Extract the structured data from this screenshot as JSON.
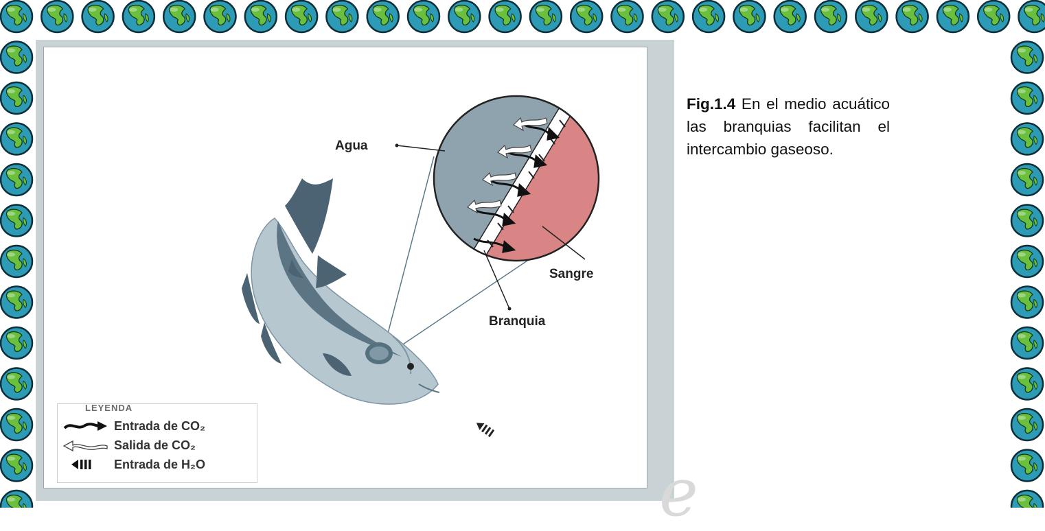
{
  "figure": {
    "labels": {
      "agua": "Agua",
      "sangre": "Sangre",
      "branquia": "Branquia"
    },
    "legend": {
      "title": "LEYENDA",
      "items": [
        {
          "label": "Entrada de CO₂",
          "icon": "black-wavy-arrow-icon"
        },
        {
          "label": "Salida de CO₂",
          "icon": "white-wavy-arrow-icon"
        },
        {
          "label": "Entrada de H₂O",
          "icon": "striped-arrow-icon"
        }
      ]
    },
    "colors": {
      "water": "#8fa3ae",
      "blood": "#d98585",
      "fish_body": "#b7c7d0",
      "fish_dark": "#4b6373",
      "panel_bg": "#c9d3d6",
      "globe": "#2d9bb5",
      "globe_land": "#6abf3f"
    }
  },
  "caption": {
    "bold": "Fig.1.4",
    "text": " En el medio acuático las branquias facilitan el intercambio gaseoso."
  },
  "watermark": "e"
}
